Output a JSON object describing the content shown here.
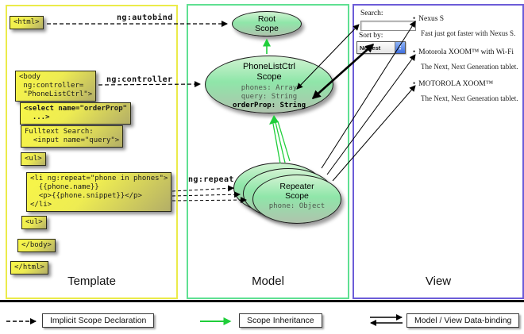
{
  "columns": {
    "template": {
      "label": "Template"
    },
    "model": {
      "label": "Model"
    },
    "view": {
      "label": "View"
    }
  },
  "directives": {
    "autobind": "ng:autobind",
    "controller": "ng:controller",
    "repeat": "ng:repeat"
  },
  "template_code": {
    "html_open": "<html>",
    "body_open": "<body\n ng:controller=\n \"PhoneListCtrl\">",
    "select_tag": "<select name=\"orderProp\"\n  ...>",
    "fulltext": "Fulltext Search:\n  <input name=\"query\">",
    "ul_open": "<ul>",
    "li_repeat": "<li ng:repeat=\"phone in phones\">\n  {{phone.name}}\n  <p>{{phone.snippet}}</p>\n</li>",
    "ul_close": "<ul>",
    "body_close": "</body>",
    "html_close": "</html>"
  },
  "scopes": {
    "root": {
      "title": "Root\nScope"
    },
    "phone_list": {
      "title": "PhoneListCtrl\nScope",
      "props": "phones: Array\nquery: String",
      "bold_prop": "orderProp: String"
    },
    "repeater": {
      "title": "Repeater\nScope",
      "prop": "phone: Object"
    }
  },
  "view": {
    "search_label": "Search:",
    "search_value": "",
    "sort_label": "Sort by:",
    "sort_value": "Newest",
    "items": [
      {
        "bullet": "•",
        "name": "Nexus S",
        "desc": "Fast just got faster with Nexus S."
      },
      {
        "bullet": "•",
        "name": "Motorola XOOM™ with Wi-Fi",
        "desc": "The Next, Next Generation tablet."
      },
      {
        "bullet": "•",
        "name": "MOTOROLA XOOM™",
        "desc": "The Next, Next Generation tablet."
      }
    ]
  },
  "legend": {
    "implicit": "Implicit Scope Declaration",
    "inheritance": "Scope Inheritance",
    "binding": "Model / View Data-binding"
  },
  "colors": {
    "template_border": "#ebeb4a",
    "model_border": "#5fe092",
    "view_border": "#6c5cd8",
    "code_box_fill": "#f0ee4c",
    "scope_fill_top": "#d2f3d2",
    "scope_fill_mid": "#8fe6a9",
    "inheritance_arrow": "#1fce3a",
    "arrow_black": "#000000"
  }
}
